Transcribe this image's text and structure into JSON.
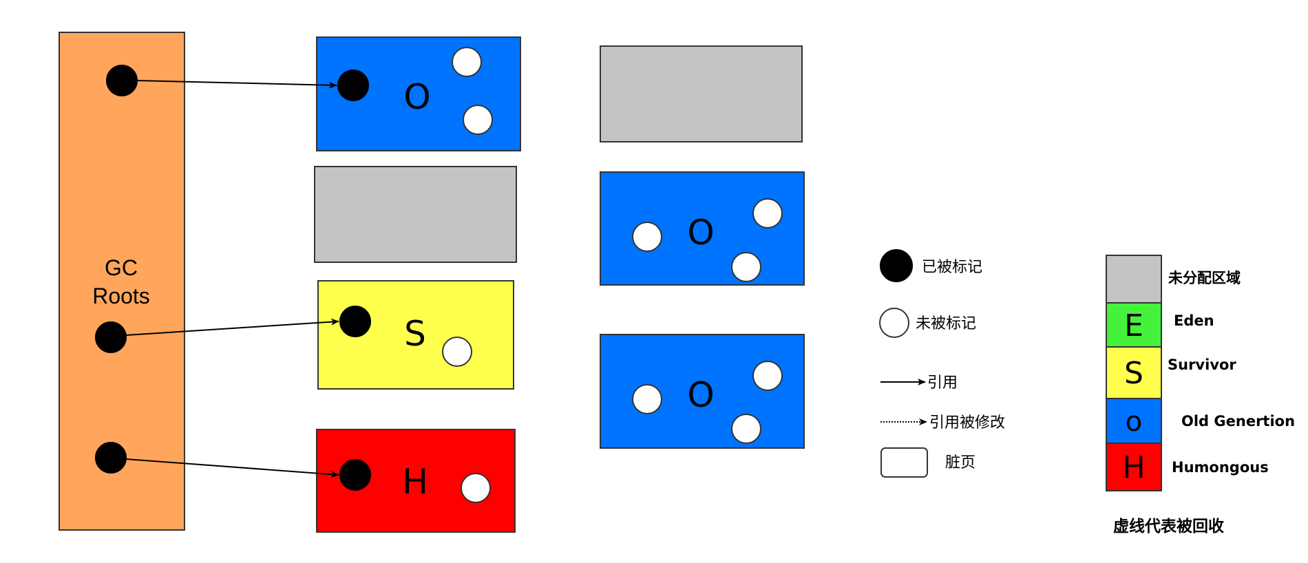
{
  "gc_roots": {
    "label_line1": "GC",
    "label_line2": "Roots"
  },
  "regions": {
    "old_1": "O",
    "old_2": "O",
    "old_3": "O",
    "survivor": "S",
    "humongous": "H"
  },
  "marker_legend": {
    "marked": "已被标记",
    "unmarked": "未被标记",
    "reference": "引用",
    "reference_modified": "引用被修改",
    "dirty_page": "脏页"
  },
  "region_legend": {
    "items": [
      {
        "letter": "",
        "label": "未分配区域",
        "color": "#c4c4c4"
      },
      {
        "letter": "E",
        "label": "Eden",
        "color": "#44f23c"
      },
      {
        "letter": "S",
        "label": "Survivor",
        "color": "#ffff4d"
      },
      {
        "letter": "o",
        "label": "Old Genertion",
        "color": "#0073ff"
      },
      {
        "letter": "H",
        "label": "Humongous",
        "color": "#ff0000"
      }
    ],
    "footnote": "虚线代表被回收"
  },
  "colors": {
    "gc_roots": "#ffa65c",
    "old": "#0073ff",
    "unallocated": "#c4c4c4",
    "survivor": "#ffff4d",
    "humongous": "#ff0000"
  }
}
